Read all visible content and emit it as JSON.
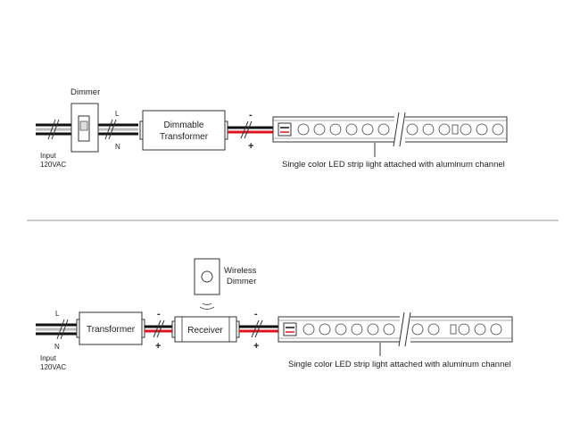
{
  "diagram_top": {
    "dimmer_label": "Dimmer",
    "line_label": "L",
    "neutral_label": "N",
    "input_label": "Input",
    "voltage_label": "120VAC",
    "transformer_line1": "Dimmable",
    "transformer_line2": "Transformer",
    "minus_sign": "-",
    "plus_sign": "+",
    "strip_caption": "Single color LED strip light attached with aluminum channel"
  },
  "diagram_bottom": {
    "wireless_line1": "Wireless",
    "wireless_line2": "Dimmer",
    "line_label": "L",
    "neutral_label": "N",
    "input_label": "Input",
    "voltage_label": "120VAC",
    "transformer_label": "Transformer",
    "receiver_label": "Receiver",
    "minus_sign": "-",
    "plus_sign": "+",
    "strip_caption": "Single color LED strip light attached with aluminum channel"
  },
  "colors": {
    "wire_black": "#111111",
    "wire_red": "#e0141e",
    "wire_white": "#bbbbbb",
    "outline": "#333333",
    "divider": "#999999"
  }
}
